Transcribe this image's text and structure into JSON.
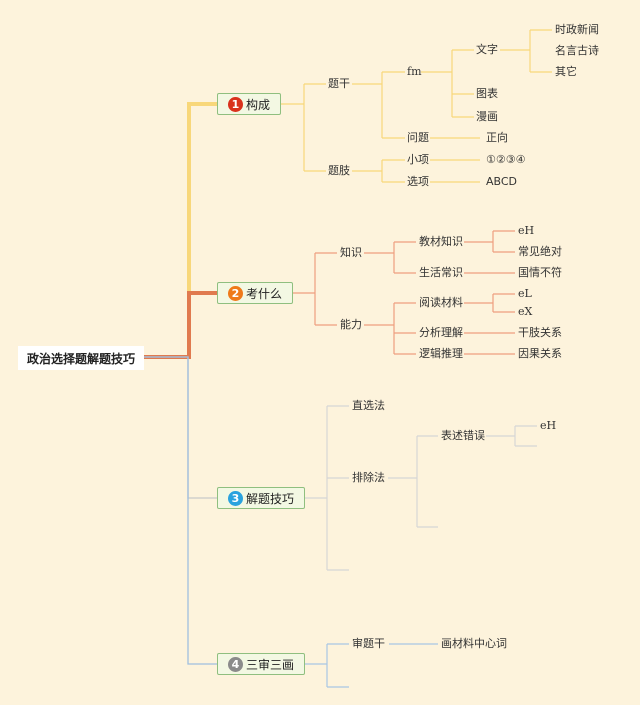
{
  "root": {
    "label": "政治选择题解题技巧"
  },
  "colors": {
    "background": "#fdf3dc",
    "branch1": "#f8d77a",
    "branch2": "#e07a4f",
    "branch3": "#c9c9c9",
    "branch4": "#9fbfe0",
    "badge1": "#d9321d",
    "badge2": "#ef7a1a",
    "badge3": "#2aa3de",
    "badge4": "#8b8b8b"
  },
  "topics": [
    {
      "number": "1",
      "label": "构成",
      "badge_color": "#d9321d"
    },
    {
      "number": "2",
      "label": "考什么",
      "badge_color": "#ef7a1a"
    },
    {
      "number": "3",
      "label": "解题技巧",
      "badge_color": "#2aa3de"
    },
    {
      "number": "4",
      "label": "三审三画",
      "badge_color": "#8b8b8b"
    }
  ],
  "b1": {
    "tigan": "题干",
    "fm": "fm",
    "wenzi": "文字",
    "shizheng": "时政新闻",
    "mingyan": "名言古诗",
    "qita": "其它",
    "tubiao": "图表",
    "manhua": "漫画",
    "wenti": "问题",
    "zhengxiang": "正向",
    "tizhi": "题肢",
    "xiaoxiang": "小项",
    "circled": "①②③④",
    "xuanxiang": "选项",
    "abcd": "ABCD"
  },
  "b2": {
    "zhishi": "知识",
    "jiaocai": "教材知识",
    "eh": "eH",
    "changjian": "常见绝对",
    "shenghuo": "生活常识",
    "guoqing": "国情不符",
    "nengli": "能力",
    "yuedu": "阅读材料",
    "el": "eL",
    "ex": "eX",
    "fenxi": "分析理解",
    "ganzhi": "干肢关系",
    "luoji": "逻辑推理",
    "yinguo": "因果关系"
  },
  "b3": {
    "zhixuan": "直选法",
    "paichu": "排除法",
    "biaoshu": "表述错误",
    "eh": "eH"
  },
  "b4": {
    "shentigan": "审题干",
    "huacailiao": "画材料中心词"
  }
}
